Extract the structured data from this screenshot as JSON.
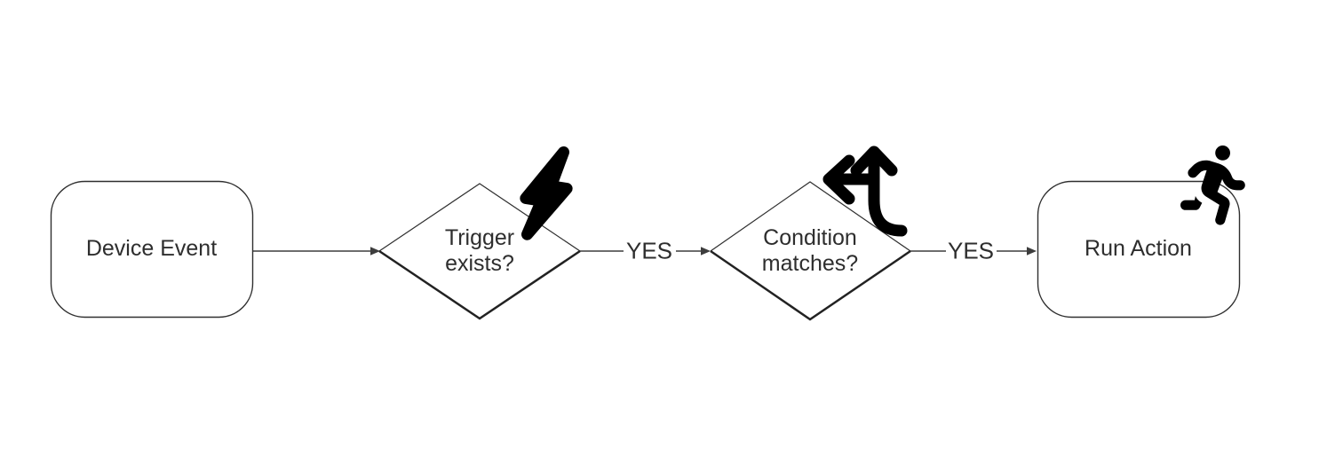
{
  "diagram": {
    "type": "flowchart",
    "direction": "left-to-right",
    "nodes": [
      {
        "id": "device-event",
        "shape": "rounded-rectangle",
        "label": "Device Event",
        "icon": null
      },
      {
        "id": "trigger-exists",
        "shape": "diamond",
        "label": "Trigger exists?",
        "icon": "lightning-icon"
      },
      {
        "id": "condition-matches",
        "shape": "diamond",
        "label": "Condition matches?",
        "icon": "split-arrows-icon"
      },
      {
        "id": "run-action",
        "shape": "rounded-rectangle",
        "label": "Run Action",
        "icon": "person-running-icon"
      }
    ],
    "edges": [
      {
        "from": "device-event",
        "to": "trigger-exists",
        "label": ""
      },
      {
        "from": "trigger-exists",
        "to": "condition-matches",
        "label": "YES"
      },
      {
        "from": "condition-matches",
        "to": "run-action",
        "label": "YES"
      }
    ],
    "colors": {
      "background": "#ffffff",
      "node_fill": "#ffffff",
      "stroke": "#2f2f2f",
      "edge_stroke": "#3d3d3d",
      "text": "#2e2e2e",
      "icon": "#000000"
    }
  }
}
